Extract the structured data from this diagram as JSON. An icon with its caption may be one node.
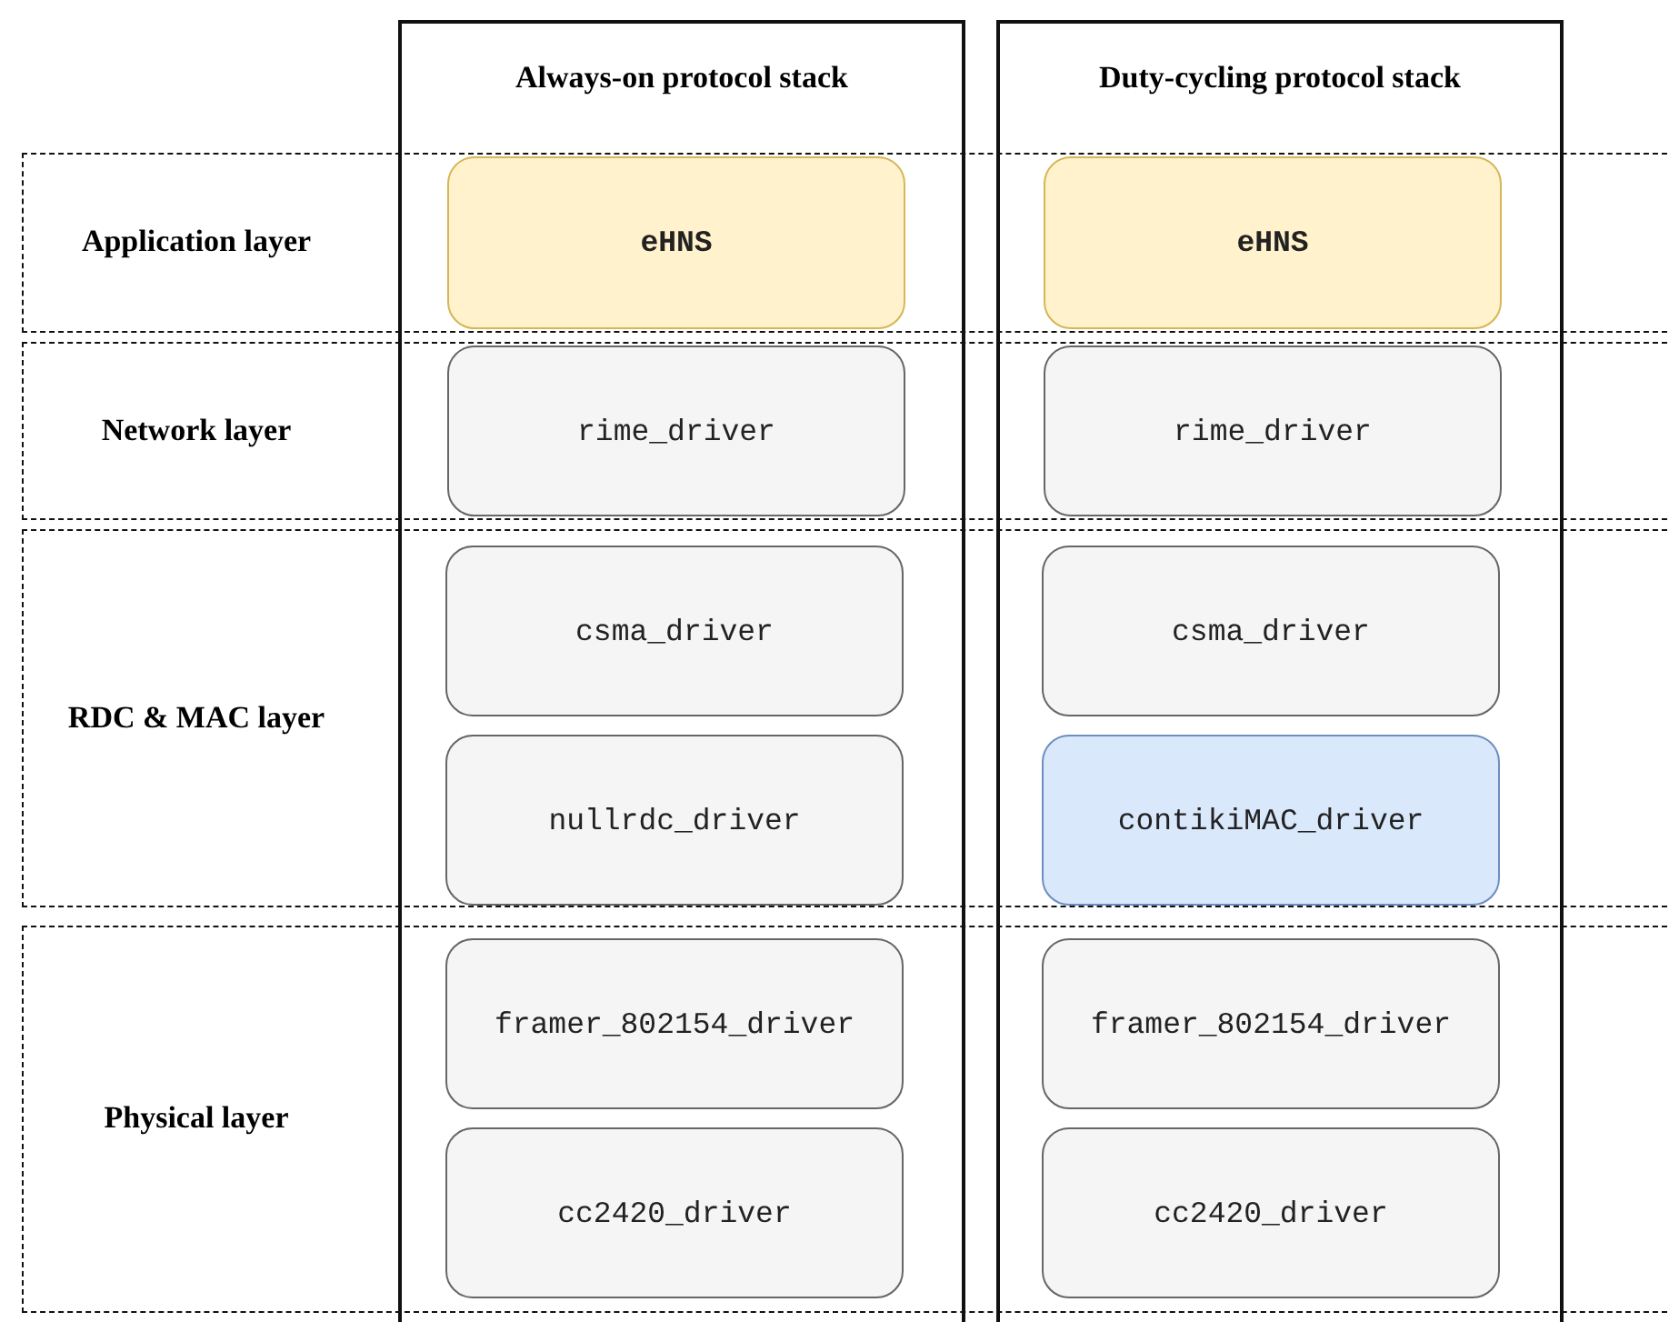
{
  "diagram": {
    "nodes": [
      {
        "text": [
          "Always-on protocol stack"
        ]
      },
      {
        "text": [
          "Duty-cycling protocol stack"
        ]
      },
      {
        "text": [
          "Application layer"
        ]
      },
      {
        "text": [
          "Network layer"
        ]
      },
      {
        "text": [
          "RDC & MAC layer"
        ]
      },
      {
        "text": [
          "Physical layer"
        ]
      },
      {
        "text": [
          "eHNS"
        ]
      },
      {
        "text": [
          "eHNS"
        ]
      },
      {
        "text": [
          "rime_driver"
        ]
      },
      {
        "text": [
          "rime_driver"
        ]
      },
      {
        "text": [
          "csma_driver"
        ]
      },
      {
        "text": [
          "csma_driver"
        ]
      },
      {
        "text": [
          "nullrdc_driver"
        ]
      },
      {
        "text": [
          "contikiMAC_driver"
        ]
      },
      {
        "text": [
          "framer_802154_driver"
        ]
      },
      {
        "text": [
          "framer_802154_driver"
        ]
      },
      {
        "text": [
          "cc2420_driver"
        ]
      },
      {
        "text": [
          "cc2420_driver"
        ]
      }
    ]
  }
}
